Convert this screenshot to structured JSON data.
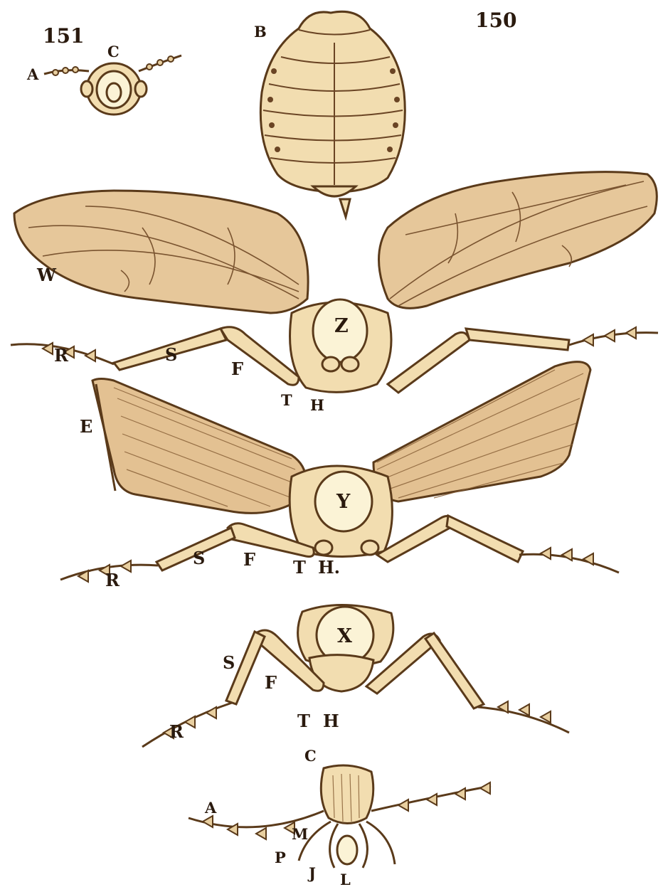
{
  "figure_numbers": {
    "left": "151",
    "right": "150"
  },
  "labels": {
    "top_c": "C",
    "top_a": "A",
    "b": "B",
    "w": "W",
    "z": "Z",
    "r1": "R",
    "s1": "S",
    "f1": "F",
    "t1": "T",
    "h1": "H",
    "e": "E",
    "y": "Y",
    "r2": "R",
    "s2": "S",
    "f2": "F",
    "t2": "T",
    "h2": "H.",
    "x": "X",
    "s3": "S",
    "f3": "F",
    "r3": "R",
    "t3": "T",
    "h3": "H",
    "c_head": "C",
    "a_head": "A",
    "m": "M",
    "p": "P",
    "j": "J",
    "l": "L"
  },
  "colors": {
    "body": "#f2ddb0",
    "wing": "#e6c79a",
    "outline": "#5a3a1a",
    "label": "#2a1a0e"
  }
}
